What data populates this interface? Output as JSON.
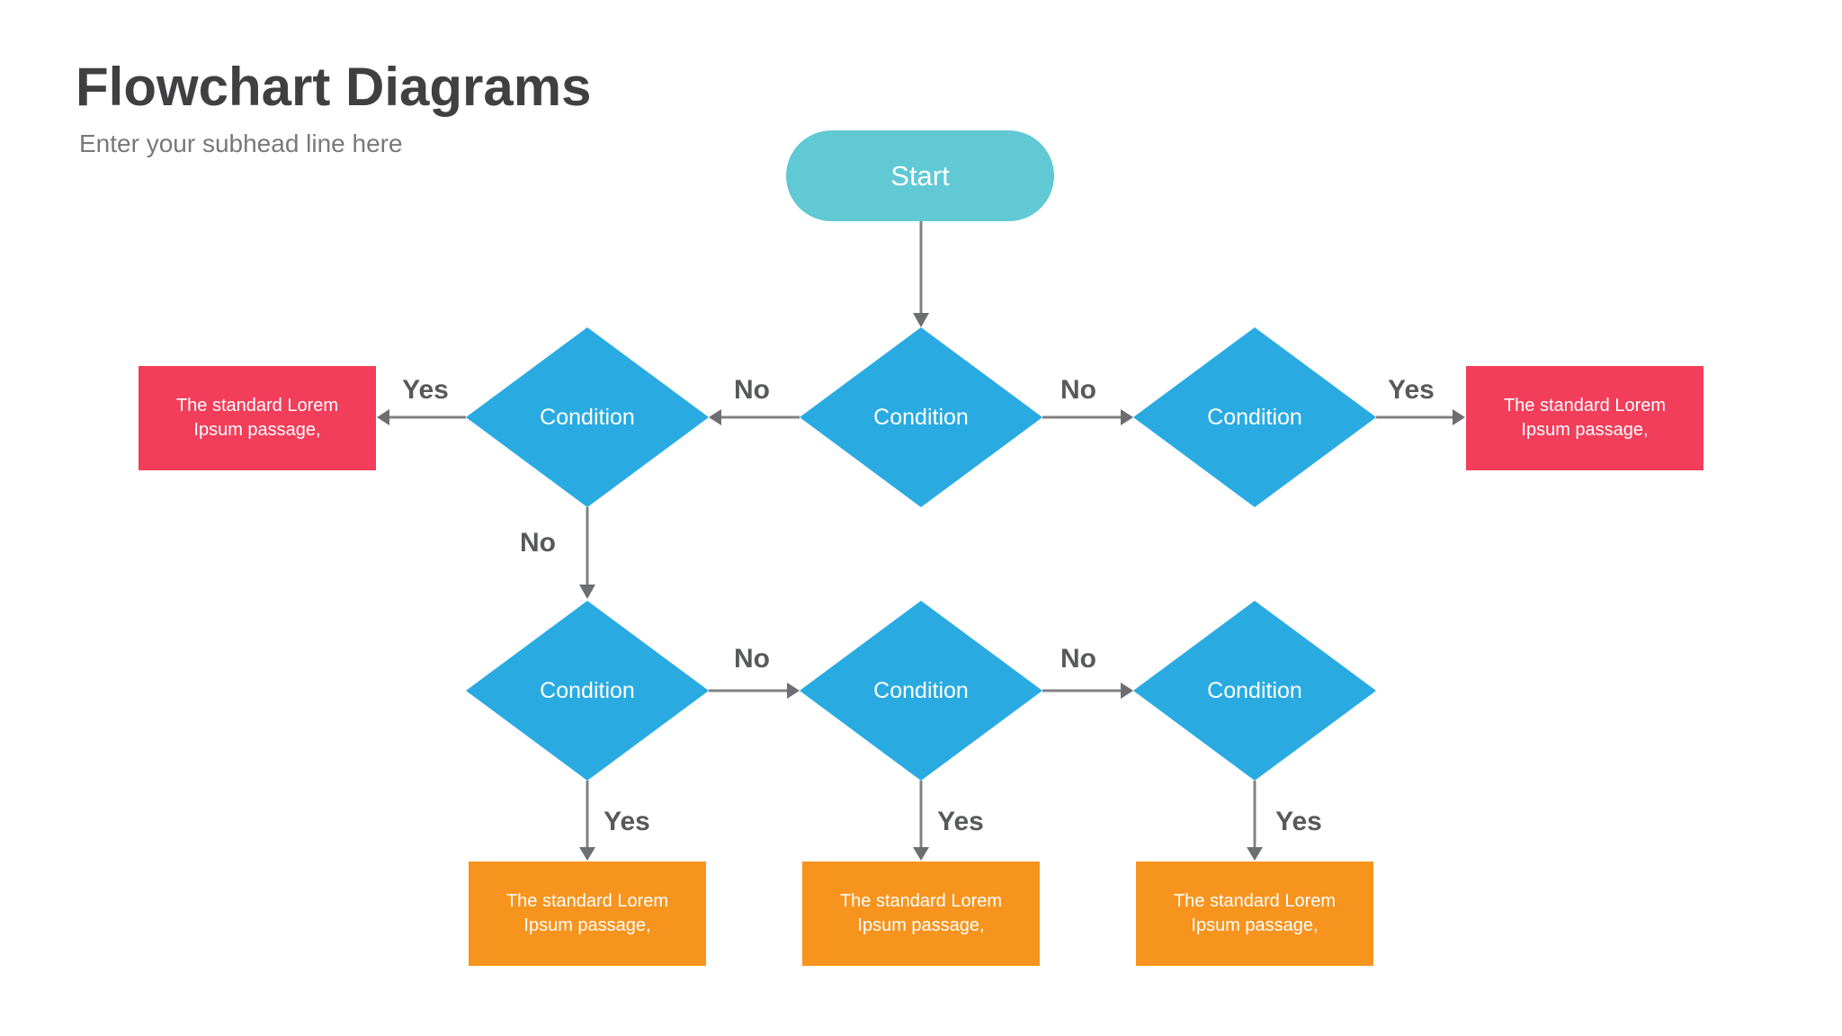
{
  "header": {
    "title": "Flowchart Diagrams",
    "subtitle": "Enter your subhead line here"
  },
  "colors": {
    "title": "#404042",
    "subtitle": "#77787b",
    "start-fill": "#61c9d3",
    "condition-fill": "#29abe2",
    "result-red-fill": "#f23e5a",
    "result-orange-fill": "#f7941e",
    "arrow-line": "#828282",
    "arrow-head": "#6d6e71",
    "edge-label": "#58595b",
    "node-text": "#ffffff"
  },
  "nodes": {
    "start": {
      "label": "Start"
    },
    "conditions": [
      {
        "label": "Condition"
      },
      {
        "label": "Condition"
      },
      {
        "label": "Condition"
      },
      {
        "label": "Condition"
      },
      {
        "label": "Condition"
      },
      {
        "label": "Condition"
      }
    ],
    "results": {
      "left_red": {
        "text": "The standard Lorem Ipsum passage,"
      },
      "right_red": {
        "text": "The standard Lorem Ipsum passage,"
      },
      "orange": [
        {
          "text": "The standard Lorem Ipsum passage,"
        },
        {
          "text": "The standard Lorem Ipsum passage,"
        },
        {
          "text": "The standard Lorem Ipsum passage,"
        }
      ]
    }
  },
  "edge_labels": {
    "top_yes_left": "Yes",
    "top_no_left": "No",
    "top_no_right": "No",
    "top_yes_right": "Yes",
    "mid_no_down": "No",
    "bottom_no_left": "No",
    "bottom_no_right": "No",
    "bottom_yes": [
      "Yes",
      "Yes",
      "Yes"
    ]
  }
}
